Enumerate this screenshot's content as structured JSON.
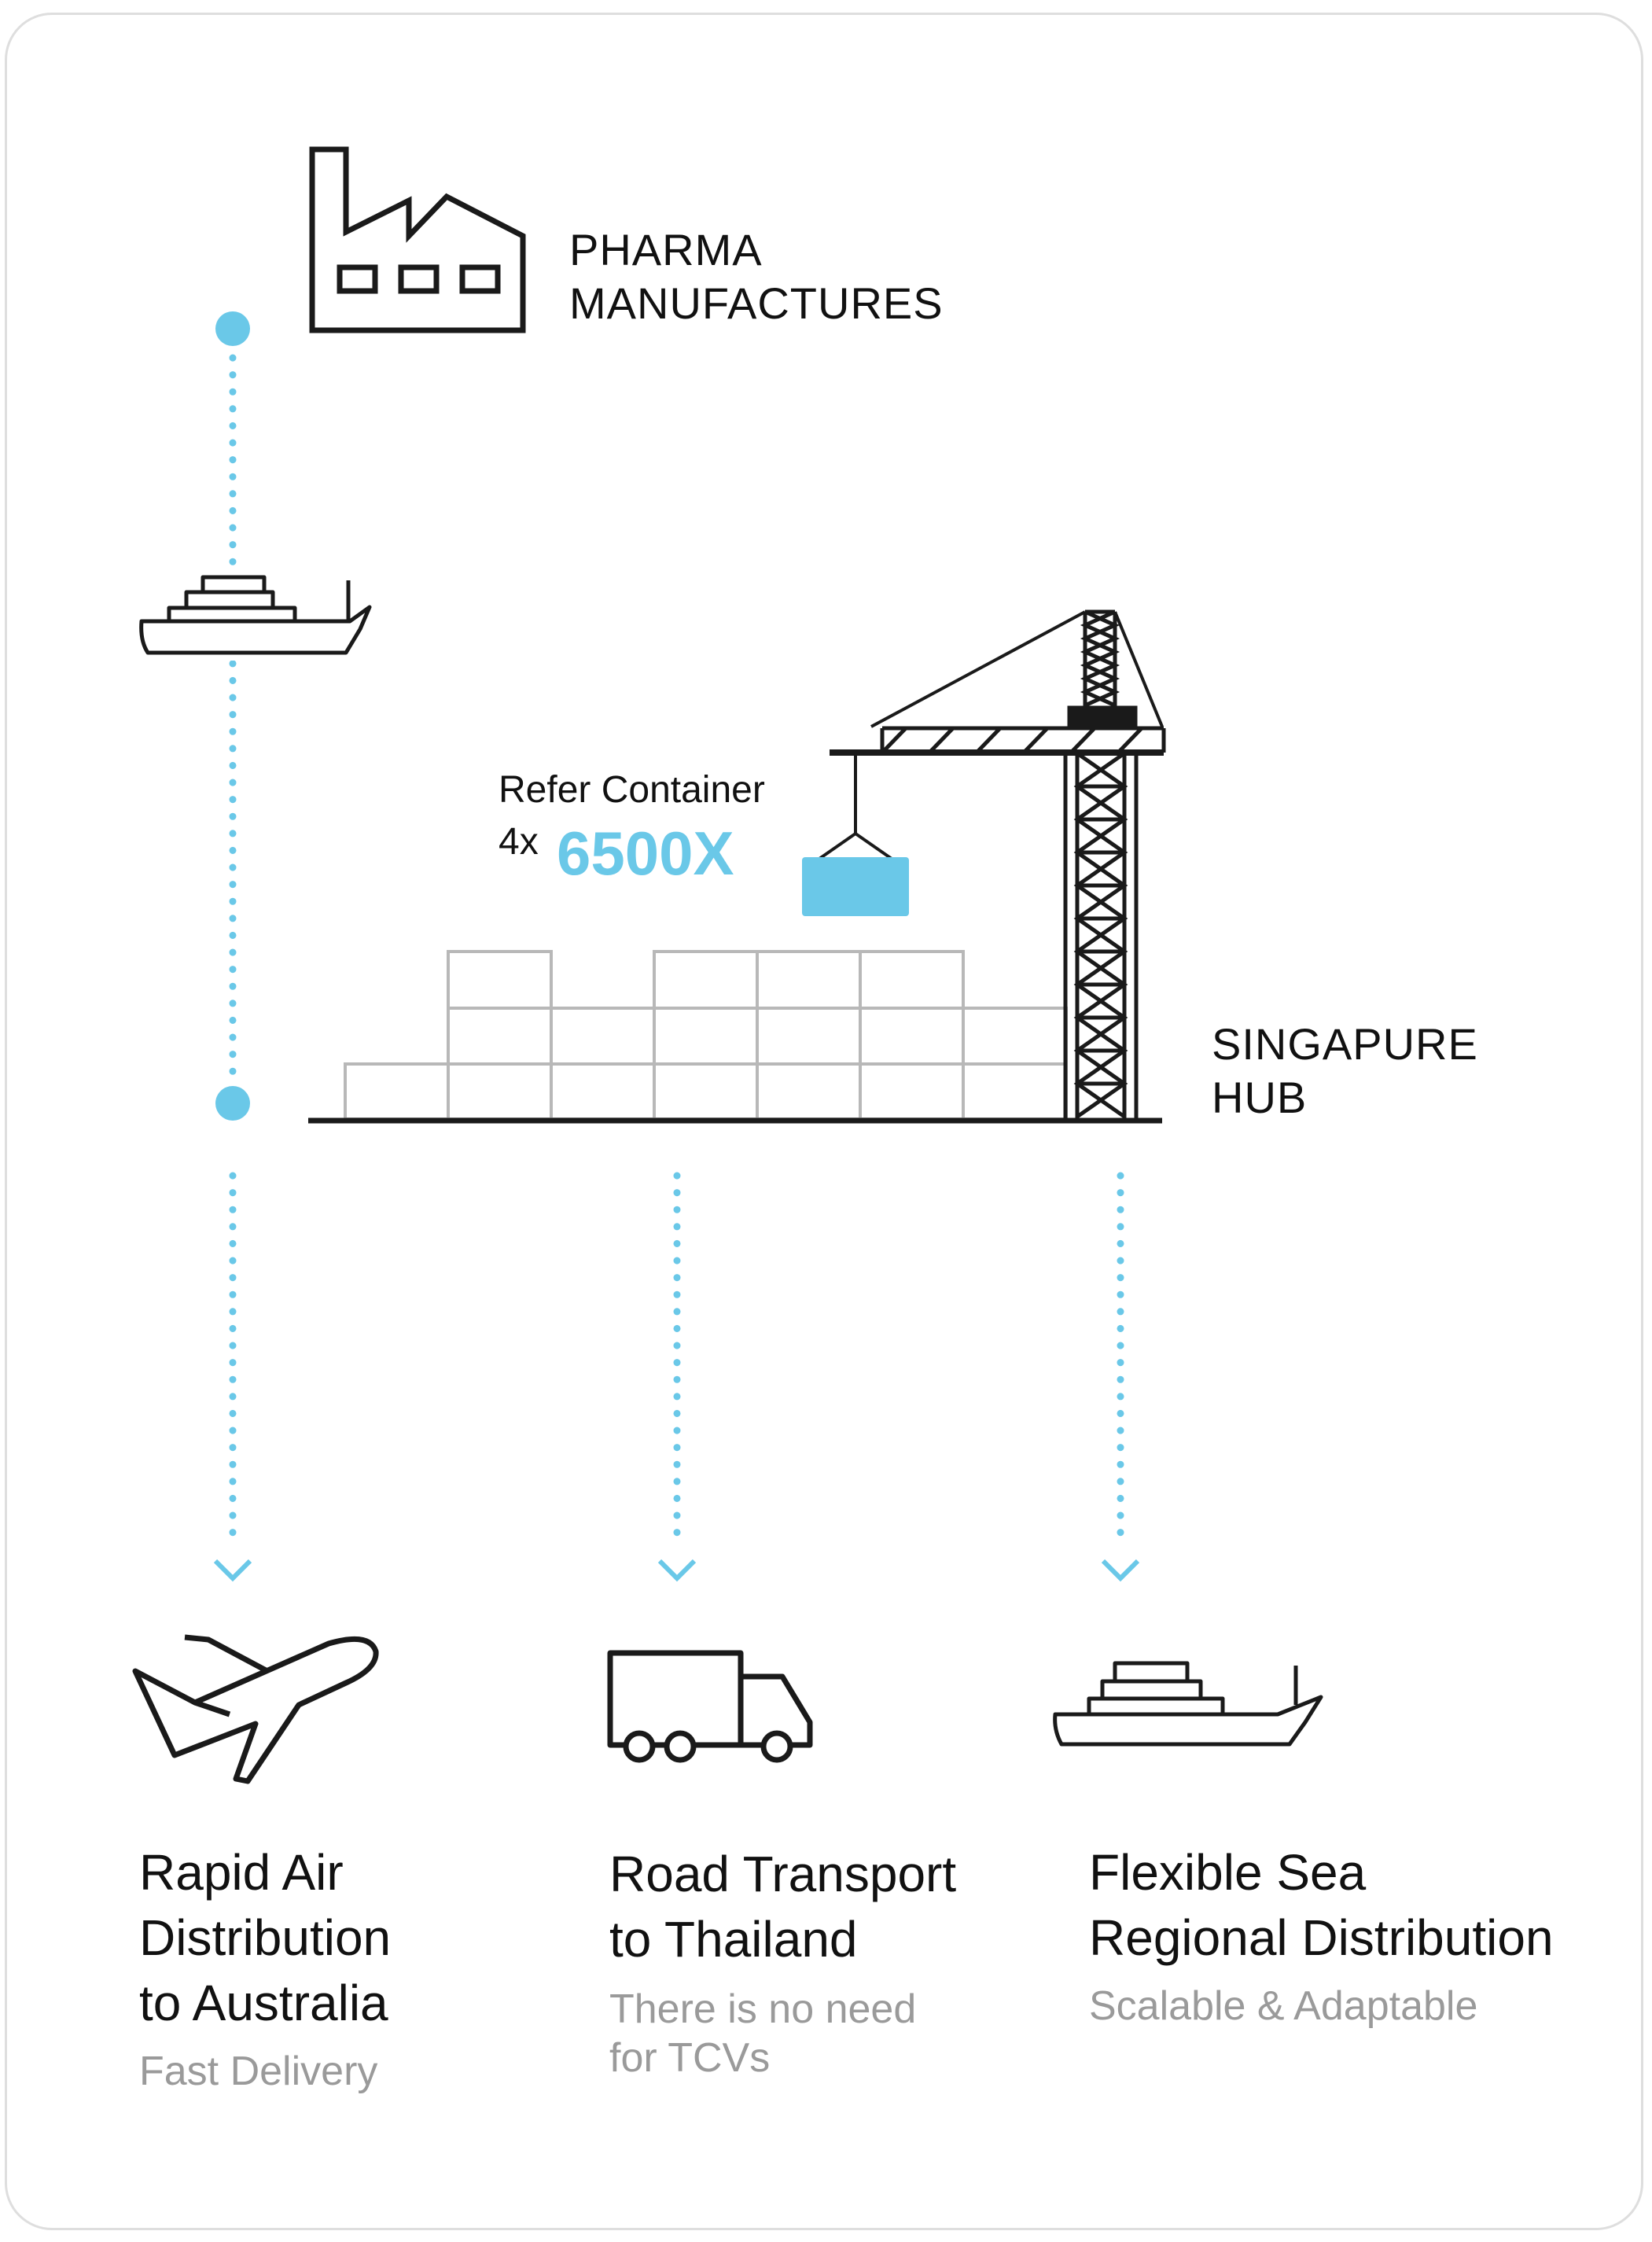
{
  "colors": {
    "accent": "#6ac8e8",
    "ink": "#1a1a1a",
    "muted": "#9a9a9a",
    "container_outline": "#b8b8b8"
  },
  "origin": {
    "line1": "PHARMA",
    "line2": "MANUFACTURES",
    "icon": "factory-icon"
  },
  "hub": {
    "line1": "SINGAPURE",
    "line2": "HUB",
    "icon": "crane-icon"
  },
  "container_label": {
    "text": "Refer Container",
    "multiplier": "4x",
    "model": "6500X"
  },
  "destinations": [
    {
      "icon": "airplane-icon",
      "lines": [
        "Rapid Air",
        "Distribution",
        "to Australia"
      ],
      "subtitle": "Fast Delivery"
    },
    {
      "icon": "truck-icon",
      "lines": [
        "Road Transport",
        "to Thailand"
      ],
      "subtitle_lines": [
        "There is no need",
        "for TCVs"
      ]
    },
    {
      "icon": "ship-icon",
      "lines": [
        "Flexible Sea",
        "Regional Distribution"
      ],
      "subtitle": "Scalable & Adaptable"
    }
  ]
}
